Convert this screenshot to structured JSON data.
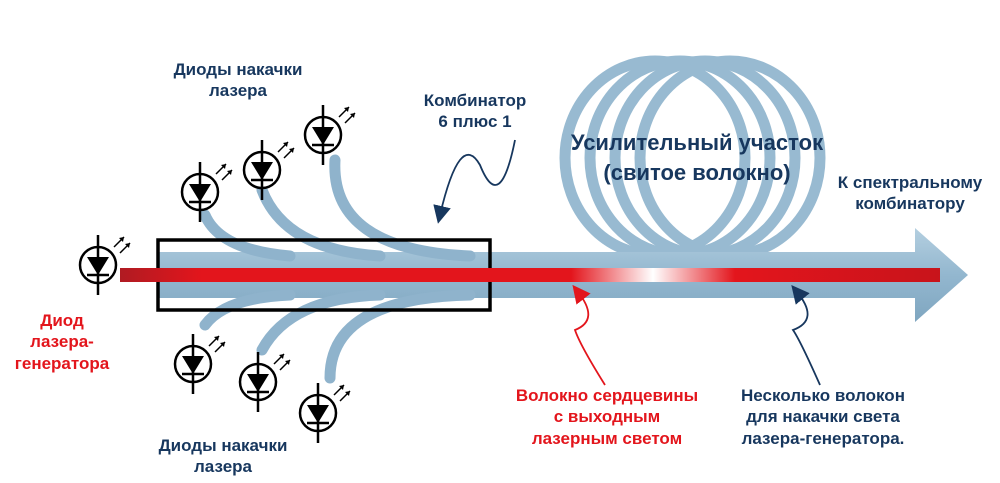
{
  "labels": {
    "pump_top": "Диоды накачки\nлазера",
    "pump_bottom": "Диоды накачки\nлазера",
    "combiner": "Комбинатор\n6 плюс 1",
    "gain_section": "Усилительный участок\n(свитое волокно)",
    "to_combiner": "К спектральному\nкомбинатору",
    "seed_diode": "Диод\nлазера-\nгенератора",
    "core_fiber": "Волокно сердцевины\nс выходным\nлазерным светом",
    "pump_fibers": "Несколько волокон\nдля накачки света\nлазера-генератора."
  },
  "colors": {
    "fiber": "#8fb3cc",
    "core": "#e3151c",
    "text_blue": "#17375e",
    "text_red": "#e3151c"
  },
  "icons": [
    "laser-diode-icon"
  ]
}
